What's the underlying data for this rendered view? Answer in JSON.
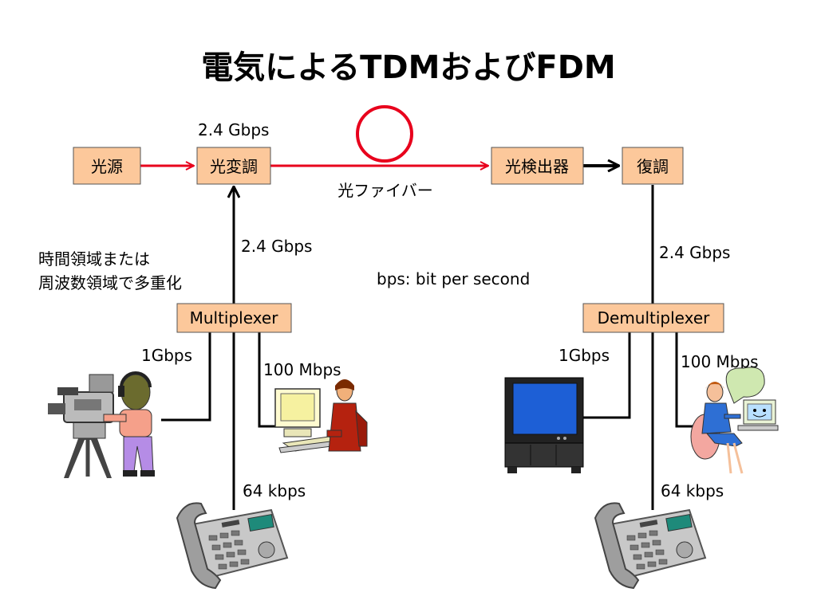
{
  "title": "電気によるTDMおよびFDM",
  "colors": {
    "box_fill": "#fcc89b",
    "box_stroke": "#555555",
    "optical_red": "#e8001c",
    "line_black": "#000000"
  },
  "boxes": {
    "light_source": "光源",
    "optical_modulator": "光変調",
    "photodetector": "光検出器",
    "demodulator": "復調",
    "multiplexer": "Multiplexer",
    "demultiplexer": "Demultiplexer"
  },
  "labels": {
    "optical_rate": "2.4 Gbps",
    "optical_fiber": "光ファイバー",
    "mux_rate": "2.4 Gbps",
    "demux_rate": "2.4 Gbps",
    "bps_note": "bps: bit per second",
    "multiplex_note_line1": "時間領域または",
    "multiplex_note_line2": "周波数領域で多重化",
    "camera_rate": "1Gbps",
    "pc_rate_left": "100 Mbps",
    "phone_rate_left": "64 kbps",
    "tv_rate": "1Gbps",
    "pc_rate_right": "100 Mbps",
    "phone_rate_right": "64 kbps"
  },
  "icons": [
    "video-camera-operator-icon",
    "office-worker-computer-icon",
    "telephone-icon",
    "television-icon",
    "woman-computer-icon",
    "telephone-icon"
  ]
}
